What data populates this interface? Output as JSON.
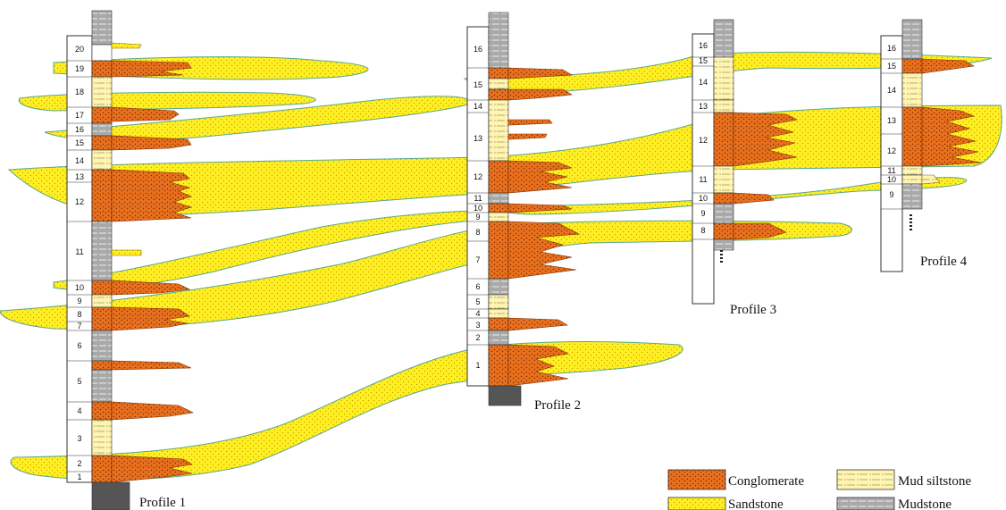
{
  "profiles": [
    {
      "title": "Profile 1",
      "layers": [
        "20",
        "19",
        "18",
        "17",
        "16",
        "15",
        "14",
        "13",
        "12",
        "11",
        "10",
        "9",
        "8",
        "7",
        "6",
        "5",
        "4",
        "3",
        "2",
        "1"
      ]
    },
    {
      "title": "Profile 2",
      "layers": [
        "16",
        "15",
        "14",
        "13",
        "12",
        "11",
        "10",
        "9",
        "8",
        "7",
        "6",
        "5",
        "4",
        "3",
        "2",
        "1"
      ]
    },
    {
      "title": "Profile 3",
      "layers": [
        "16",
        "15",
        "14",
        "13",
        "12",
        "11",
        "10",
        "9",
        "8"
      ]
    },
    {
      "title": "Profile 4",
      "layers": [
        "16",
        "15",
        "14",
        "13",
        "12",
        "11",
        "10",
        "9"
      ]
    }
  ],
  "legend": {
    "conglomerate": "Conglomerate",
    "mud_siltstone": "Mud siltstone",
    "sandstone": "Sandstone",
    "mudstone": "Mudstone"
  },
  "colors": {
    "conglomerate": "#e8701e",
    "conglomerate_dot": "#7a2c00",
    "sandstone": "#ffee22",
    "sandstone_dot": "#b89a00",
    "sandstone_edge": "#5aa88a",
    "mud_siltstone": "#fff4b0",
    "mudstone": "#a9a9a9",
    "basement": "#555555"
  }
}
